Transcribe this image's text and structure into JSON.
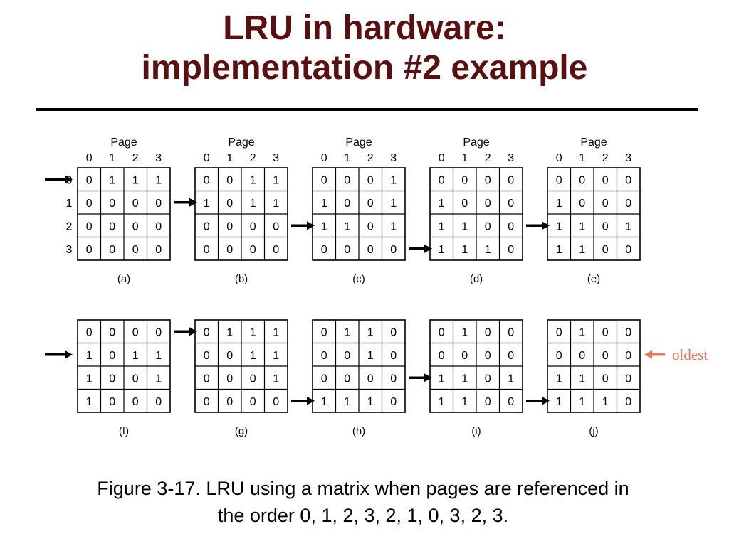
{
  "title": {
    "line1": "LRU in hardware:",
    "line2": "implementation #2 example"
  },
  "figure": {
    "page_header": "Page",
    "column_labels": [
      "0",
      "1",
      "2",
      "3"
    ],
    "row_labels": [
      "0",
      "1",
      "2",
      "3"
    ],
    "matrices": [
      {
        "label": "(a)",
        "referenced_page": 0,
        "rows": [
          [
            0,
            1,
            1,
            1
          ],
          [
            0,
            0,
            0,
            0
          ],
          [
            0,
            0,
            0,
            0
          ],
          [
            0,
            0,
            0,
            0
          ]
        ]
      },
      {
        "label": "(b)",
        "referenced_page": 1,
        "rows": [
          [
            0,
            0,
            1,
            1
          ],
          [
            1,
            0,
            1,
            1
          ],
          [
            0,
            0,
            0,
            0
          ],
          [
            0,
            0,
            0,
            0
          ]
        ]
      },
      {
        "label": "(c)",
        "referenced_page": 2,
        "rows": [
          [
            0,
            0,
            0,
            1
          ],
          [
            1,
            0,
            0,
            1
          ],
          [
            1,
            1,
            0,
            1
          ],
          [
            0,
            0,
            0,
            0
          ]
        ]
      },
      {
        "label": "(d)",
        "referenced_page": 3,
        "rows": [
          [
            0,
            0,
            0,
            0
          ],
          [
            1,
            0,
            0,
            0
          ],
          [
            1,
            1,
            0,
            0
          ],
          [
            1,
            1,
            1,
            0
          ]
        ]
      },
      {
        "label": "(e)",
        "referenced_page": 2,
        "rows": [
          [
            0,
            0,
            0,
            0
          ],
          [
            1,
            0,
            0,
            0
          ],
          [
            1,
            1,
            0,
            1
          ],
          [
            1,
            1,
            0,
            0
          ]
        ]
      },
      {
        "label": "(f)",
        "referenced_page": 1,
        "rows": [
          [
            0,
            0,
            0,
            0
          ],
          [
            1,
            0,
            1,
            1
          ],
          [
            1,
            0,
            0,
            1
          ],
          [
            1,
            0,
            0,
            0
          ]
        ]
      },
      {
        "label": "(g)",
        "referenced_page": 0,
        "rows": [
          [
            0,
            1,
            1,
            1
          ],
          [
            0,
            0,
            1,
            1
          ],
          [
            0,
            0,
            0,
            1
          ],
          [
            0,
            0,
            0,
            0
          ]
        ]
      },
      {
        "label": "(h)",
        "referenced_page": 3,
        "rows": [
          [
            0,
            1,
            1,
            0
          ],
          [
            0,
            0,
            1,
            0
          ],
          [
            0,
            0,
            0,
            0
          ],
          [
            1,
            1,
            1,
            0
          ]
        ]
      },
      {
        "label": "(i)",
        "referenced_page": 2,
        "rows": [
          [
            0,
            1,
            0,
            0
          ],
          [
            0,
            0,
            0,
            0
          ],
          [
            1,
            1,
            0,
            1
          ],
          [
            1,
            1,
            0,
            0
          ]
        ]
      },
      {
        "label": "(j)",
        "referenced_page": 3,
        "rows": [
          [
            0,
            1,
            0,
            0
          ],
          [
            0,
            0,
            0,
            0
          ],
          [
            1,
            1,
            0,
            0
          ],
          [
            1,
            1,
            1,
            0
          ]
        ]
      }
    ],
    "oldest_annotation": {
      "text": "oldest",
      "matrix_index": 9,
      "row": 1,
      "color": "#e8795a"
    }
  },
  "caption": {
    "line1": "Figure 3-17. LRU using a matrix when pages are referenced in",
    "line2": "the order 0, 1, 2, 3, 2, 1, 0, 3, 2, 3."
  }
}
